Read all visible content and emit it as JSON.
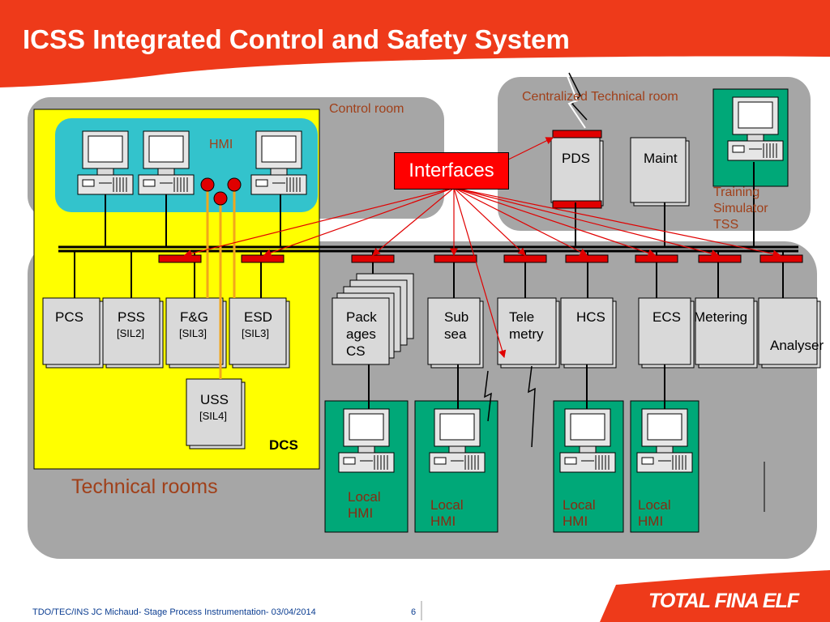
{
  "title": "ICSS Integrated Control and Safety System",
  "rooms": {
    "control_room": "Control room",
    "centralized_technical_room": "Centralized Technical room",
    "technical_rooms": "Technical rooms",
    "hmi": "HMI",
    "dcs": "DCS"
  },
  "interfaces_label": "Interfaces",
  "systems": {
    "pds": "PDS",
    "maint": "Maint",
    "training": [
      "Training",
      "Simulator",
      "TSS"
    ],
    "pcs": "PCS",
    "pss": "PSS",
    "pss_sil": "[SIL2]",
    "fg": "F&G",
    "fg_sil": "[SIL3]",
    "esd": "ESD",
    "esd_sil": "[SIL3]",
    "uss": "USS",
    "uss_sil": "[SIL4]",
    "packages": [
      "Pack",
      "ages",
      "CS"
    ],
    "subsea": [
      "Sub",
      "sea"
    ],
    "telemetry": [
      "Tele",
      "metry"
    ],
    "hcs": "HCS",
    "ecs": "ECS",
    "metering": "Metering",
    "analyser": "Analyser"
  },
  "local_hmi": [
    "Local",
    "HMI"
  ],
  "colors": {
    "brand_red": "#ee3a1a",
    "room_gray": "#a6a6a6",
    "dcs_yellow": "#ffff00",
    "hmi_cyan": "#33c3cc",
    "local_green": "#00a878",
    "interface_red": "#ff0000",
    "bus_black": "#000000",
    "link_orange": "#f2a71b"
  },
  "footer": {
    "text": "TDO/TEC/INS JC Michaud- Stage Process Instrumentation- 03/04/2014",
    "page": "6",
    "logo": "TOTAL FINA ELF"
  }
}
